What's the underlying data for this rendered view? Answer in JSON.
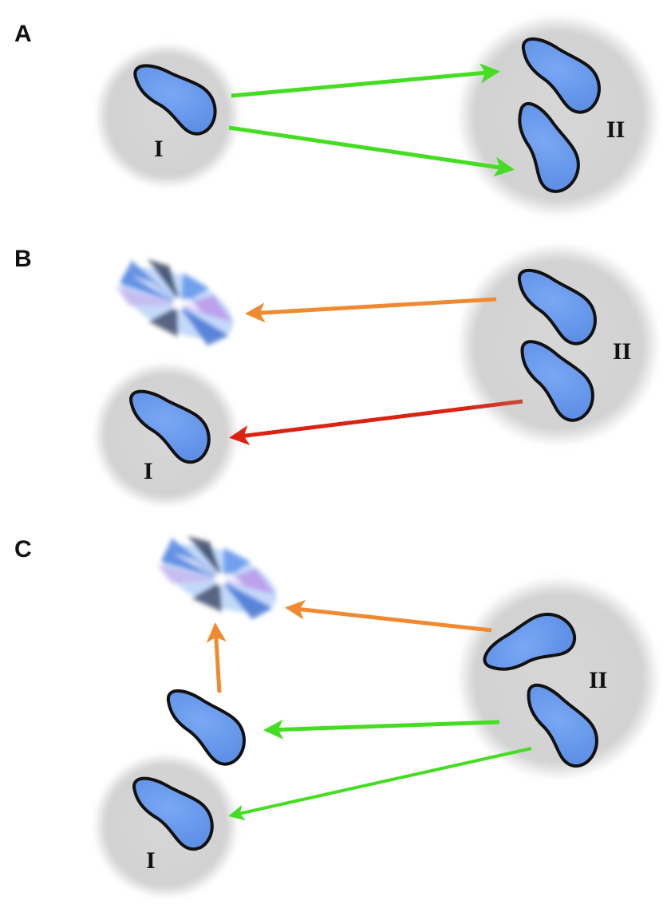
{
  "colors": {
    "background": "#ffffff",
    "circle_fill": "#d4d4d4",
    "cell_fill": "#6e9ef0",
    "cell_stroke": "#111111",
    "arrow_green": "#44dd22",
    "arrow_orange": "#f08a30",
    "arrow_red": "#dd2211",
    "burst_blue": "#4a80e0",
    "burst_purple": "#b98ce8"
  },
  "panels": [
    {
      "id": "A",
      "letter": "A",
      "label_I": "I",
      "label_II": "II"
    },
    {
      "id": "B",
      "letter": "B",
      "label_I": "I",
      "label_II": "II"
    },
    {
      "id": "C",
      "letter": "C",
      "label_I": "I",
      "label_II": "II"
    }
  ],
  "icons": {
    "cell": "cell-icon",
    "burst": "lysed-cell-burst-icon"
  }
}
